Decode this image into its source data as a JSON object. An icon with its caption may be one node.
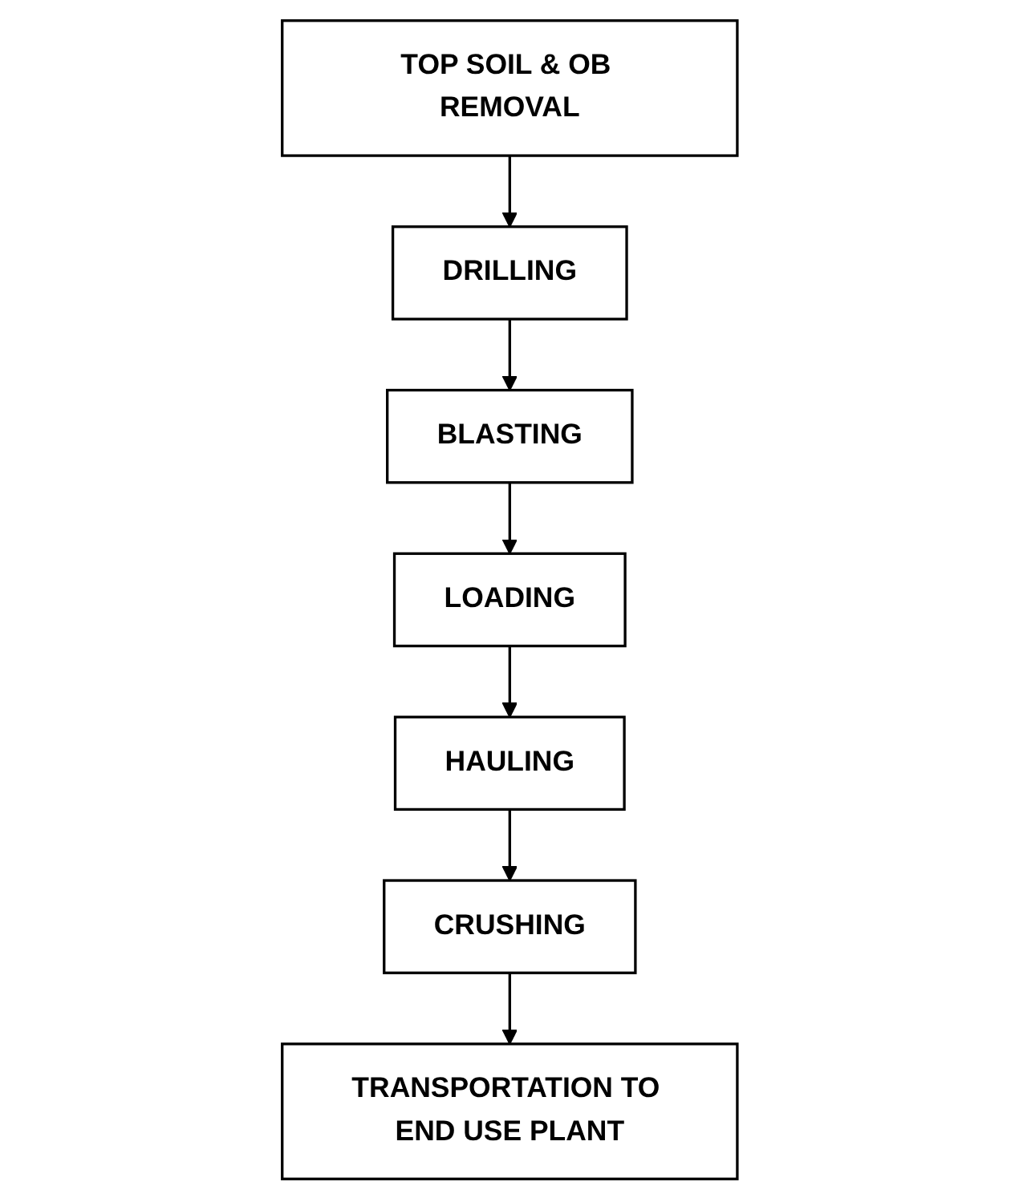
{
  "diagram": {
    "nodes": [
      {
        "text": [
          "TOP SOIL & OB REMOVAL"
        ]
      },
      {
        "text": [
          "DRILLING"
        ]
      },
      {
        "text": [
          "BLASTING"
        ]
      },
      {
        "text": [
          "LOADING"
        ]
      },
      {
        "text": [
          "HAULING"
        ]
      },
      {
        "text": [
          "CRUSHING"
        ]
      },
      {
        "text": [
          "TRANSPORTATION TO END USE PLANT"
        ]
      }
    ],
    "edges": [
      {
        "from": 0,
        "to": 1,
        "arrow": "to"
      },
      {
        "from": 1,
        "to": 2,
        "arrow": "to"
      },
      {
        "from": 2,
        "to": 3,
        "arrow": "to"
      },
      {
        "from": 3,
        "to": 4,
        "arrow": "to"
      },
      {
        "from": 4,
        "to": 5,
        "arrow": "to"
      },
      {
        "from": 5,
        "to": 6,
        "arrow": "to"
      }
    ]
  }
}
